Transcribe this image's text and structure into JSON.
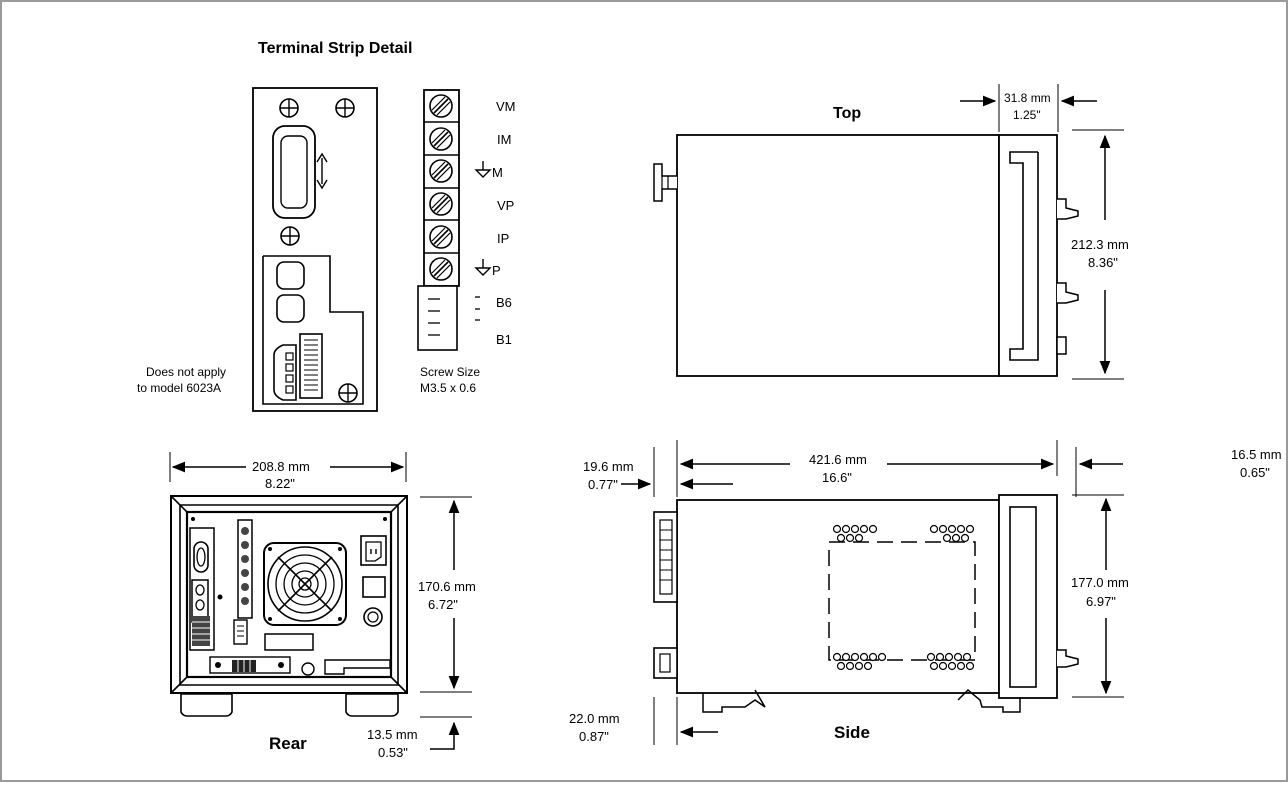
{
  "frame": {
    "border_color": "#9a9a9a"
  },
  "terminal": {
    "title": "Terminal Strip Detail",
    "labels": [
      "VM",
      "IM",
      "M",
      "VP",
      "IP",
      "P",
      "B6",
      "B1"
    ],
    "note_line1": "Does not apply",
    "note_line2": "to model 6023A",
    "screw_line1": "Screw Size",
    "screw_line2": "M3.5 x 0.6"
  },
  "top_view": {
    "title": "Top",
    "width_mm": "31.8 mm",
    "width_in": "1.25\"",
    "height_mm": "212.3 mm",
    "height_in": "8.36\""
  },
  "rear_view": {
    "title": "Rear",
    "width_mm": "208.8 mm",
    "width_in": "8.22\"",
    "height_mm": "170.6 mm",
    "height_in": "6.72\"",
    "foot_mm": "13.5 mm",
    "foot_in": "0.53\""
  },
  "side_view": {
    "title": "Side",
    "length_mm": "421.6 mm",
    "length_in": "16.6\"",
    "left_mm": "19.6 mm",
    "left_in": "0.77\"",
    "right_mm": "16.5 mm",
    "right_in": "0.65\"",
    "height_mm": "177.0 mm",
    "height_in": "6.97\"",
    "bottom_mm": "22.0 mm",
    "bottom_in": "0.87\""
  },
  "icons": [
    "screw-head-icon",
    "ground-symbol-icon",
    "double-arrow-icon",
    "fan-icon",
    "power-inlet-icon"
  ]
}
